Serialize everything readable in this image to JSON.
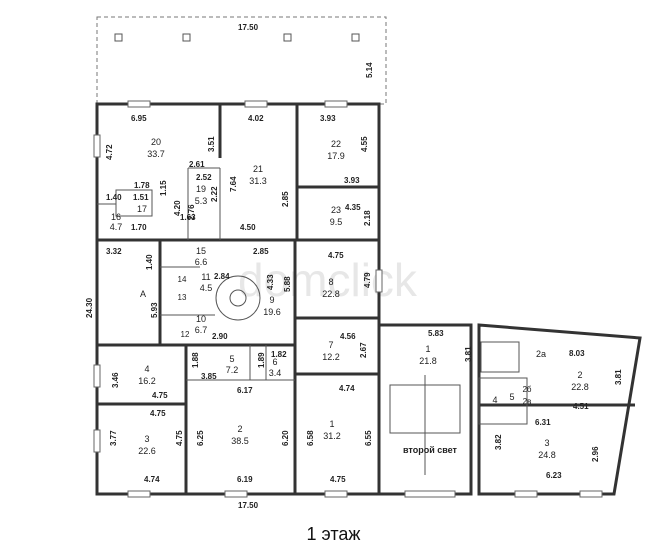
{
  "caption": "1 этаж",
  "watermark": "domclick",
  "dims_outer": {
    "top_width": "17.50",
    "terrace_depth": "5.14",
    "left_height": "24.30",
    "bottom_width": "17.50"
  },
  "rooms": [
    {
      "id": "r20",
      "num": "20",
      "area": "33.7"
    },
    {
      "id": "r21",
      "num": "21",
      "area": "31.3"
    },
    {
      "id": "r22",
      "num": "22",
      "area": "17.9"
    },
    {
      "id": "r23",
      "num": "23",
      "area": "9.5"
    },
    {
      "id": "r19",
      "num": "19",
      "area": "5.3"
    },
    {
      "id": "r17",
      "num": "",
      "area": "17"
    },
    {
      "id": "r16",
      "num": "16",
      "area": "4.7"
    },
    {
      "id": "r15",
      "num": "15",
      "area": "6.6"
    },
    {
      "id": "r11",
      "num": "11",
      "area": "4.5"
    },
    {
      "id": "r10",
      "num": "10",
      "area": "6.7"
    },
    {
      "id": "r9",
      "num": "9",
      "area": "19.6"
    },
    {
      "id": "r8",
      "num": "8",
      "area": "22.8"
    },
    {
      "id": "r7",
      "num": "7",
      "area": "12.2"
    },
    {
      "id": "r4",
      "num": "4",
      "area": "16.2"
    },
    {
      "id": "r5",
      "num": "5",
      "area": "7.2"
    },
    {
      "id": "r6",
      "num": "6",
      "area": "3.4"
    },
    {
      "id": "r3",
      "num": "3",
      "area": "22.6"
    },
    {
      "id": "r2",
      "num": "2",
      "area": "38.5"
    },
    {
      "id": "r1",
      "num": "1",
      "area": "31.2"
    },
    {
      "id": "rb1",
      "num": "1",
      "area": "21.8"
    },
    {
      "id": "rb2",
      "num": "2",
      "area": "22.8"
    },
    {
      "id": "rb3",
      "num": "3",
      "area": "24.8"
    }
  ],
  "small_labels": {
    "A": "A",
    "n14": "14",
    "n13": "13",
    "n12": "12",
    "b2a": "2а",
    "b2b": "2б",
    "b2v": "2в",
    "b4": "4",
    "b5": "5"
  },
  "second_light": "второй свет",
  "dims": {
    "d695": "6.95",
    "d402": "4.02",
    "d393a": "3.93",
    "d472": "4.72",
    "d351": "3.51",
    "d455": "4.55",
    "d261": "2.61",
    "d252": "2.52",
    "d222": "2.22",
    "d764": "7.64",
    "d393b": "3.93",
    "d178": "1.78",
    "d115": "1.15",
    "d140a": "1.40",
    "d151": "1.51",
    "d420": "4.20",
    "d276": "2.76",
    "d285a": "2.85",
    "d435": "4.35",
    "d218": "2.18",
    "d163": "1.63",
    "d170": "1.70",
    "d450": "4.50",
    "d285b": "2.85",
    "d475a": "4.75",
    "d332": "3.32",
    "d140b": "1.40",
    "d284": "2.84",
    "d593": "5.93",
    "d433": "4.33",
    "d588": "5.88",
    "d479": "4.79",
    "d290": "2.90",
    "d456": "4.56",
    "d267": "2.67",
    "d182": "1.82",
    "d188": "1.88",
    "d189": "1.89",
    "d346": "3.46",
    "d385": "3.85",
    "d617": "6.17",
    "d474a": "4.74",
    "d475b": "4.75",
    "d475c": "4.75",
    "d625": "6.25",
    "d620": "6.20",
    "d658": "6.58",
    "d655": "6.55",
    "d377": "3.77",
    "d475d": "4.75",
    "d474b": "4.74",
    "d619": "6.19",
    "d475e": "4.75",
    "d583": "5.83",
    "d381a": "3.81",
    "d803": "8.03",
    "d381b": "3.81",
    "d631": "6.31",
    "d451": "4.51",
    "d382": "3.82",
    "d296": "2.96",
    "d623": "6.23"
  }
}
